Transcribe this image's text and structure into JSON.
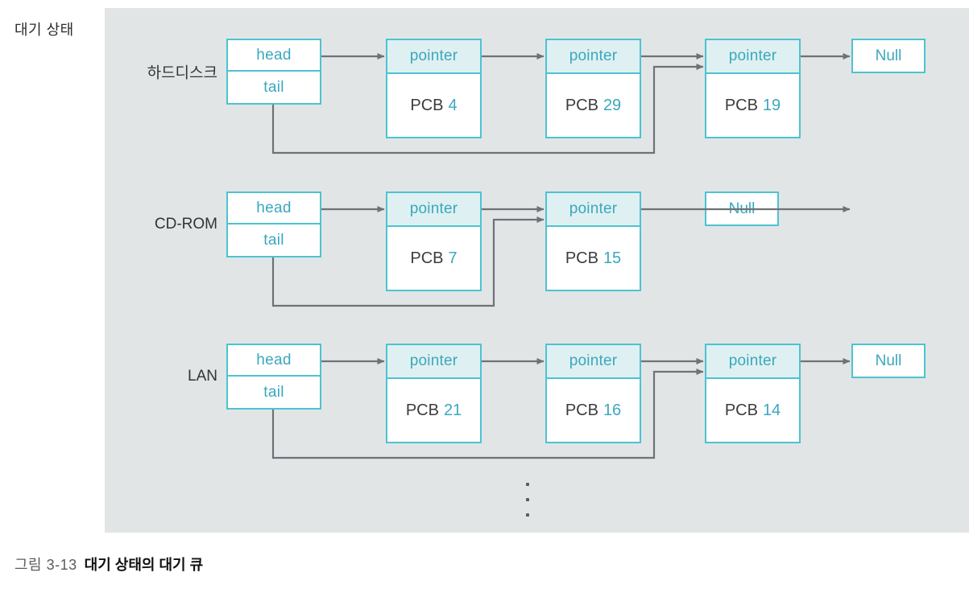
{
  "figure": {
    "state_label": "대기 상태",
    "caption_number": "그림 3-13",
    "caption_text": "대기 상태의 대기 큐",
    "ellipsis": "⋮"
  },
  "colors": {
    "panel_background": "#e2e5e6",
    "box_border": "#4cc3d2",
    "pointer_fill": "#dff0f2",
    "accent_text": "#3aa8bd",
    "wire": "#6e7277",
    "body_text": "#3c3c3c"
  },
  "labels": {
    "head": "head",
    "tail": "tail",
    "pointer": "pointer",
    "null": "Null",
    "pcb_prefix": "PCB"
  },
  "queues": [
    {
      "device": "하드디스크",
      "head_label": "head",
      "tail_label": "tail",
      "nodes": [
        {
          "pointer": "pointer",
          "pcb_prefix": "PCB",
          "pcb_id": "4"
        },
        {
          "pointer": "pointer",
          "pcb_prefix": "PCB",
          "pcb_id": "29"
        },
        {
          "pointer": "pointer",
          "pcb_prefix": "PCB",
          "pcb_id": "19"
        }
      ],
      "terminator": "Null"
    },
    {
      "device": "CD-ROM",
      "head_label": "head",
      "tail_label": "tail",
      "nodes": [
        {
          "pointer": "pointer",
          "pcb_prefix": "PCB",
          "pcb_id": "7"
        },
        {
          "pointer": "pointer",
          "pcb_prefix": "PCB",
          "pcb_id": "15"
        }
      ],
      "terminator": "Null"
    },
    {
      "device": "LAN",
      "head_label": "head",
      "tail_label": "tail",
      "nodes": [
        {
          "pointer": "pointer",
          "pcb_prefix": "PCB",
          "pcb_id": "21"
        },
        {
          "pointer": "pointer",
          "pcb_prefix": "PCB",
          "pcb_id": "16"
        },
        {
          "pointer": "pointer",
          "pcb_prefix": "PCB",
          "pcb_id": "14"
        }
      ],
      "terminator": "Null"
    }
  ]
}
